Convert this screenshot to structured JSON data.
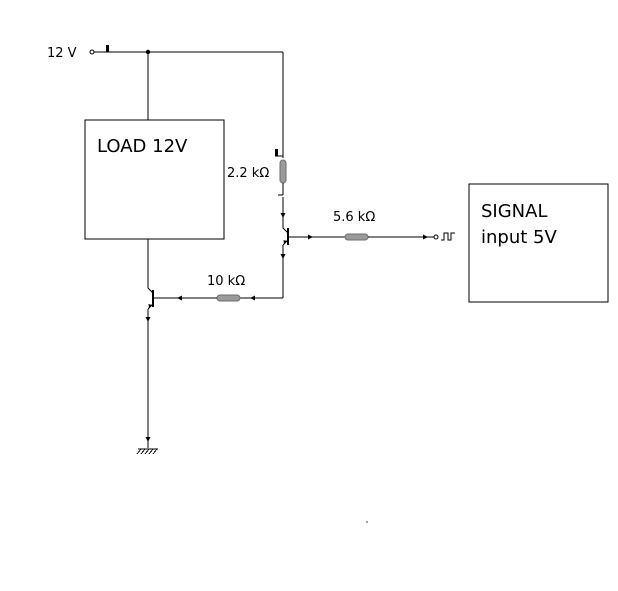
{
  "supply": {
    "label": "12 V"
  },
  "load": {
    "title": "LOAD 12V"
  },
  "signal": {
    "line1": "SIGNAL",
    "line2": "input 5V"
  },
  "resistors": {
    "r_collector": "2.2 kΩ",
    "r_signal": "5.6 kΩ",
    "r_base": "10 kΩ"
  }
}
